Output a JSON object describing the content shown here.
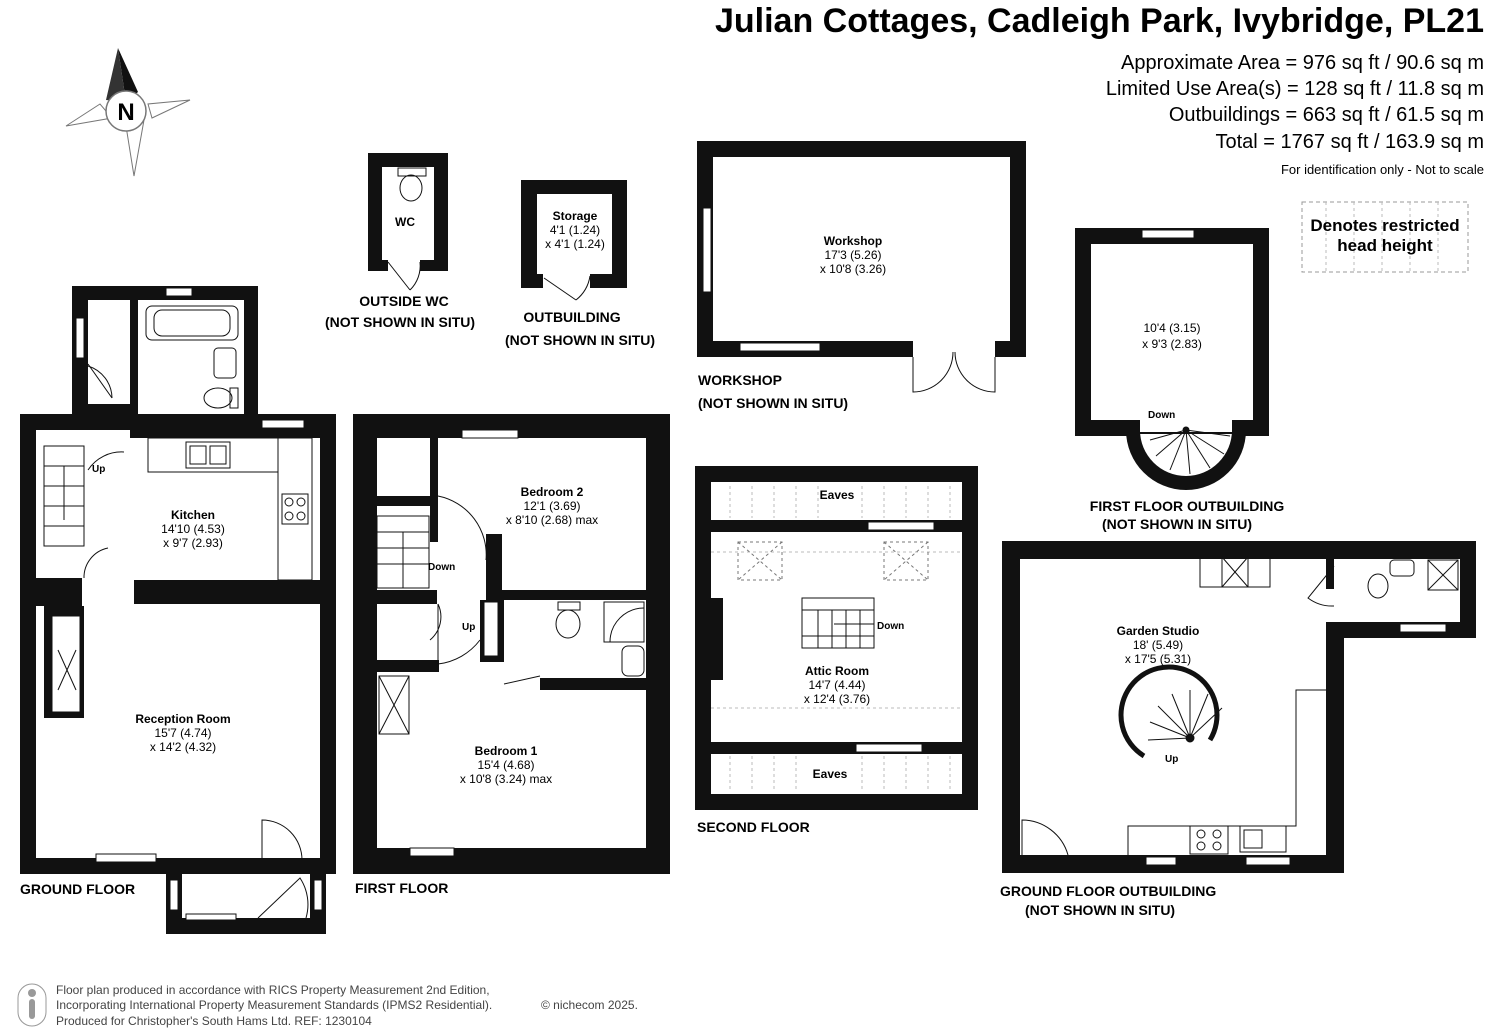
{
  "header": {
    "title": "Julian Cottages, Cadleigh Park, Ivybridge, PL21",
    "areas": [
      "Approximate Area = 976 sq ft / 90.6 sq m",
      "Limited Use Area(s) = 128 sq ft / 11.8 sq m",
      "Outbuildings = 663 sq ft / 61.5 sq m",
      "Total = 1767 sq ft / 163.9 sq m"
    ],
    "note": "For identification only - Not to scale"
  },
  "compass": {
    "label": "N"
  },
  "legend": {
    "line1": "Denotes restricted",
    "line2": "head height"
  },
  "floors": {
    "ground": "GROUND FLOOR",
    "first": "FIRST FLOOR",
    "second": "SECOND FLOOR",
    "workshop": [
      "WORKSHOP",
      "(NOT SHOWN IN SITU)"
    ],
    "outside_wc": [
      "OUTSIDE WC",
      "(NOT SHOWN IN SITU)"
    ],
    "outbuilding": [
      "OUTBUILDING",
      "(NOT SHOWN IN SITU)"
    ],
    "first_floor_outbuilding": [
      "FIRST FLOOR OUTBUILDING",
      "(NOT SHOWN IN SITU)"
    ],
    "ground_floor_outbuilding": [
      "GROUND FLOOR OUTBUILDING",
      "(NOT SHOWN IN SITU)"
    ]
  },
  "rooms": {
    "kitchen": [
      "Kitchen",
      "14'10 (4.53)",
      "x 9'7 (2.93)"
    ],
    "reception": [
      "Reception Room",
      "15'7 (4.74)",
      "x 14'2 (4.32)"
    ],
    "bedroom2": [
      "Bedroom 2",
      "12'1 (3.69)",
      "x 8'10 (2.68) max"
    ],
    "bedroom1": [
      "Bedroom 1",
      "15'4 (4.68)",
      "x 10'8 (3.24) max"
    ],
    "attic": [
      "Attic Room",
      "14'7 (4.44)",
      "x 12'4 (3.76)"
    ],
    "workshop": [
      "Workshop",
      "17'3 (5.26)",
      "x 10'8 (3.26)"
    ],
    "storage": [
      "Storage",
      "4'1 (1.24)",
      "x 4'1 (1.24)"
    ],
    "wc": [
      "WC"
    ],
    "ff_outbuilding": [
      "10'4 (3.15)",
      "x 9'3 (2.83)"
    ],
    "garden_studio": [
      "Garden Studio",
      "18' (5.49)",
      "x 17'5 (5.31)"
    ]
  },
  "stairs": {
    "up": "Up",
    "down": "Down"
  },
  "eaves": "Eaves",
  "footer": {
    "lines": [
      "Floor plan produced in accordance with RICS Property Measurement 2nd Edition,",
      "Incorporating International Property Measurement Standards (IPMS2 Residential).",
      "Produced for Christopher's South Hams Ltd.   REF: 1230104"
    ],
    "copyright": "© nichecom 2025."
  }
}
